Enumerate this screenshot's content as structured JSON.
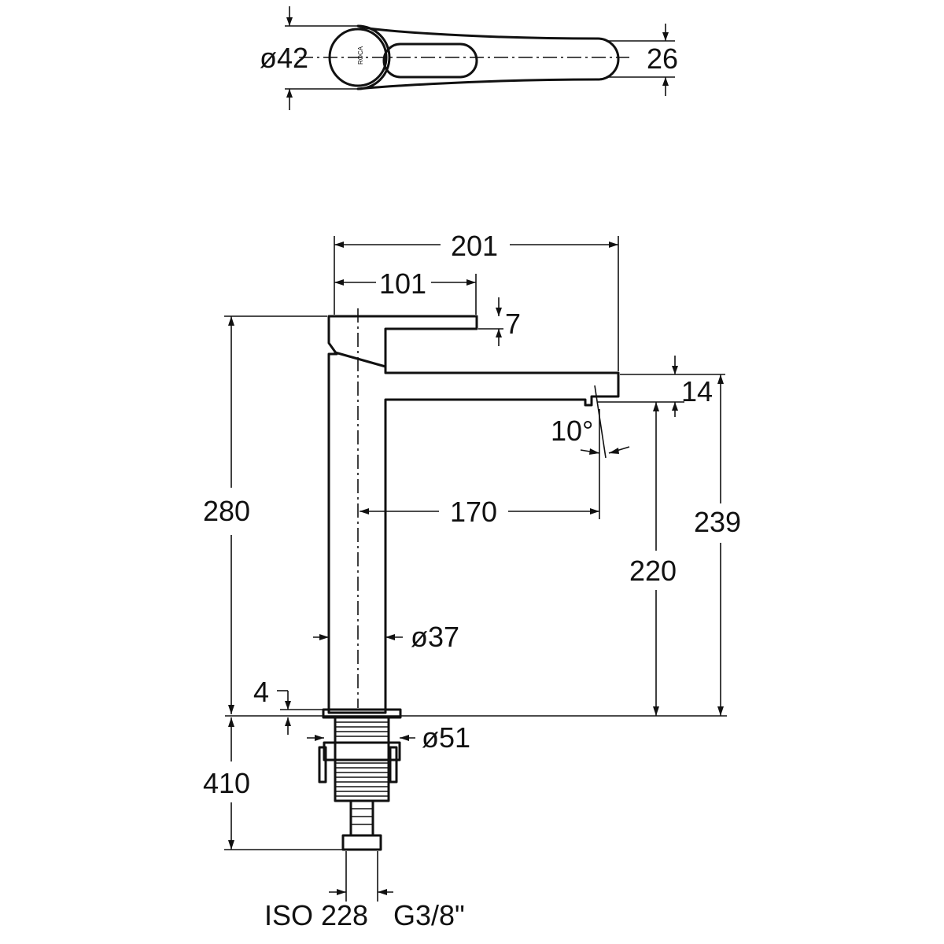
{
  "top_view": {
    "handle_diameter": "ø42",
    "handle_width": "26",
    "brand_mark": "ROCA"
  },
  "side_view": {
    "overall_length": "201",
    "lever_length": "101",
    "lever_thickness": "7",
    "spout_thickness": "14",
    "spout_angle": "10°",
    "spout_reach": "170",
    "body_height": "280",
    "body_diameter": "ø37",
    "outlet_height": "220",
    "spout_top_height": "239",
    "base_plate_thickness": "4",
    "base_diameter": "ø51",
    "shank_length": "410"
  },
  "connection": {
    "standard": "ISO 228",
    "thread": "G3/8\""
  }
}
